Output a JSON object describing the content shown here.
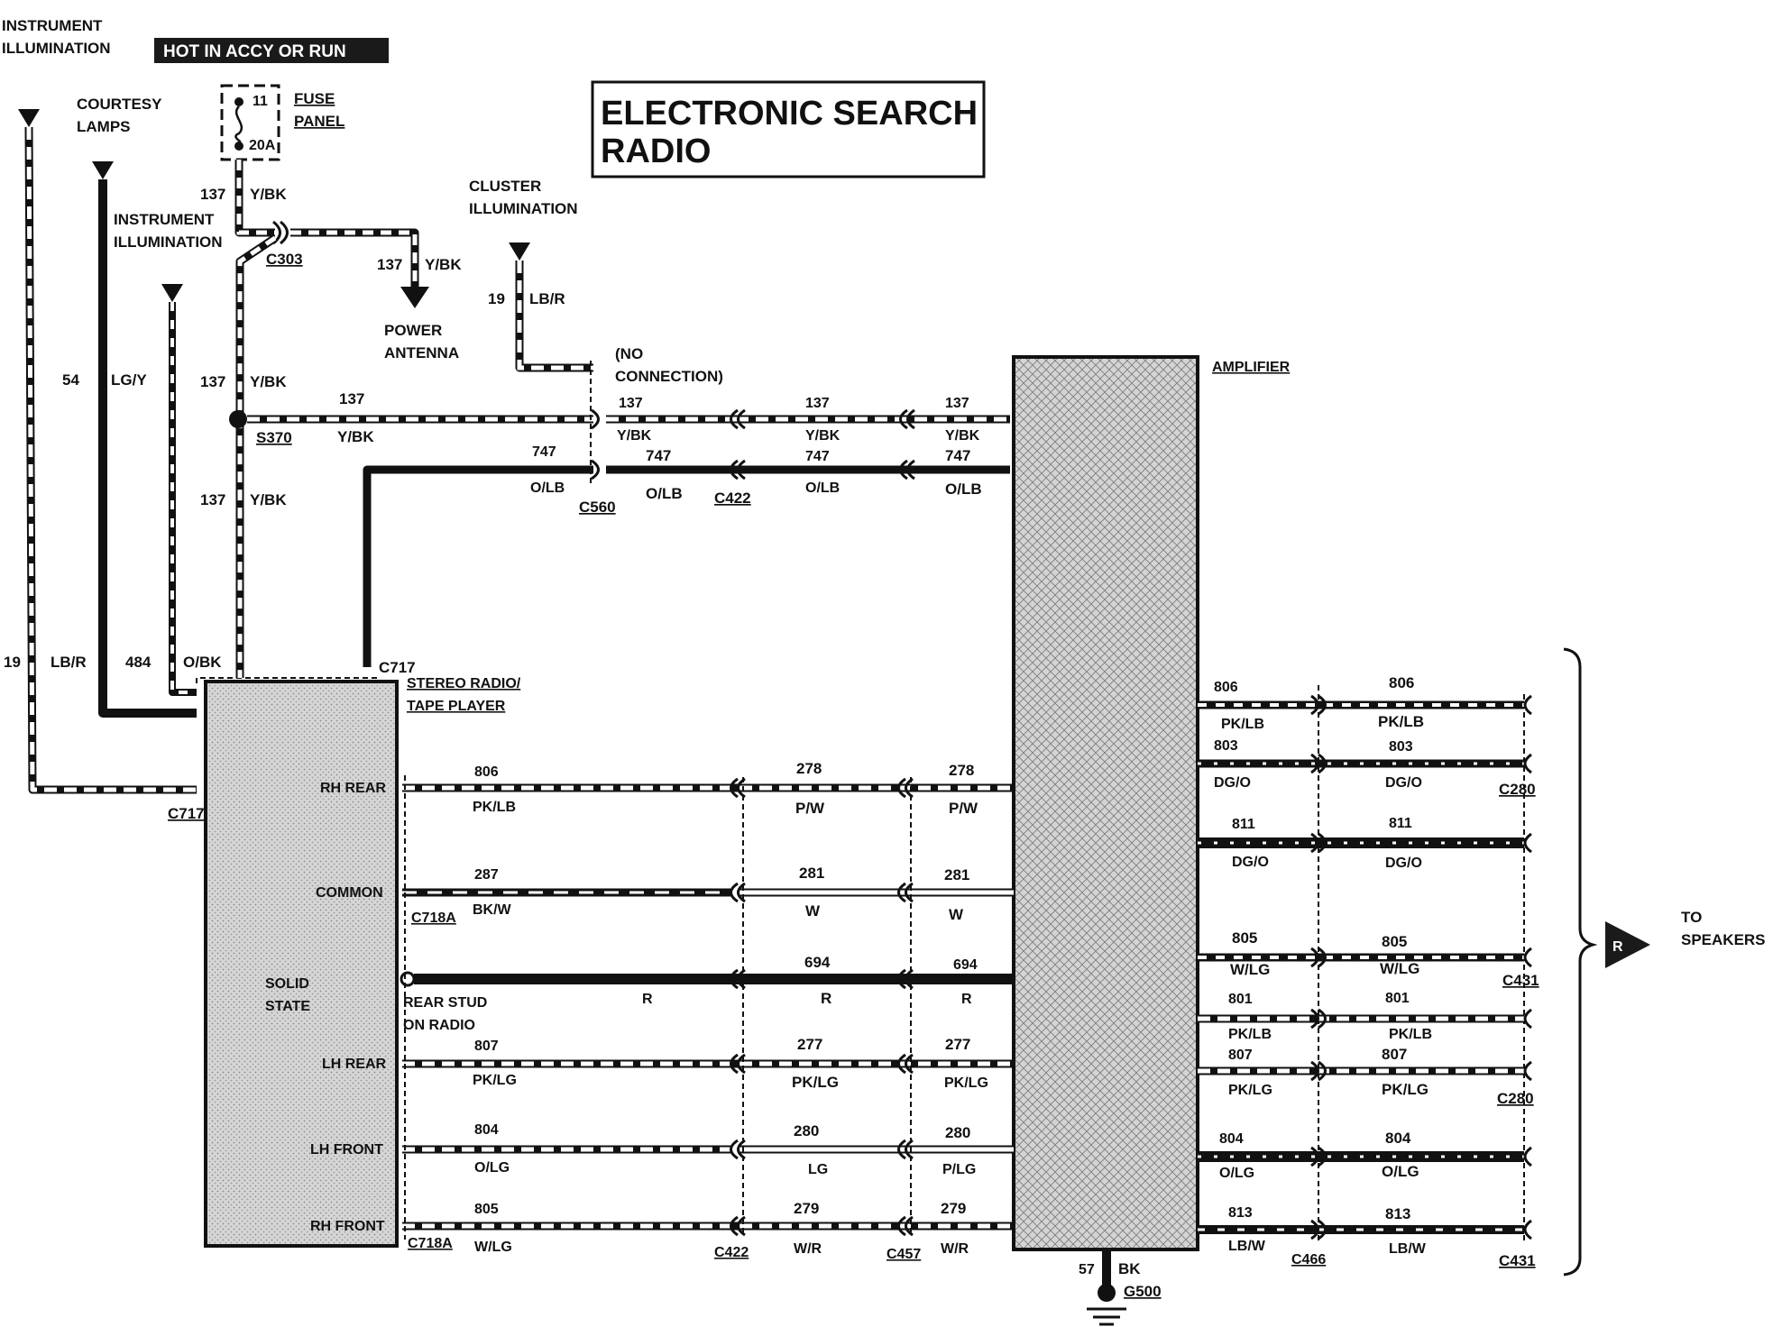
{
  "title": [
    "ELECTRONIC SEARCH",
    "RADIO"
  ],
  "header": {
    "instrument_illumination": [
      "INSTRUMENT",
      "ILLUMINATION"
    ],
    "hot_label": "HOT IN ACCY OR RUN"
  },
  "fuse": {
    "top": "11",
    "bottom": "20A",
    "panel": [
      "FUSE",
      "PANEL"
    ]
  },
  "labels": {
    "courtesy": [
      "COURTESY",
      "LAMPS"
    ],
    "inst_illum": [
      "INSTRUMENT",
      "ILLUMINATION"
    ],
    "power_antenna": [
      "POWER",
      "ANTENNA"
    ],
    "cluster": [
      "CLUSTER",
      "ILLUMINATION"
    ],
    "no_connection": [
      "(NO",
      "CONNECTION)"
    ],
    "amplifier": "AMPLIFIER",
    "stereo": [
      "STEREO RADIO/",
      "TAPE PLAYER"
    ],
    "solid_state": [
      "SOLID",
      "STATE"
    ],
    "rear_stud": [
      "REAR STUD",
      "ON RADIO"
    ],
    "to_speakers": [
      "TO",
      "SPEAKERS"
    ],
    "arrow_letter": "R"
  },
  "radio_pins": [
    "RH REAR",
    "COMMON",
    "LH REAR",
    "LH FRONT",
    "RH FRONT"
  ],
  "connectors": {
    "c303": "C303",
    "s370": "S370",
    "c560": "C560",
    "c422": "C422",
    "c422b": "C422",
    "c717": "C717",
    "c717b": "C717",
    "c718a": "C718A",
    "c718a_b": "C718A",
    "c457": "C457",
    "c466": "C466",
    "c280": "C280",
    "c280b": "C280",
    "c431": "C431",
    "c431b": "C431",
    "g500": "G500"
  },
  "wires": {
    "w137a": "137",
    "w137a_c": "Y/BK",
    "w137b": "137",
    "w137b_c": "Y/BK",
    "w137c": "137",
    "w137c_c": "Y/BK",
    "w137d": "137",
    "w137d_c": "Y/BK",
    "w137e": "137",
    "w137e_c": "Y/BK",
    "w137f": "137",
    "w137f_c": "Y/BK",
    "w137g": "137",
    "w137g_c": "Y/BK",
    "w137h": "137",
    "w137h_c": "Y/BK",
    "w19": "19",
    "w19_c": "LB/R",
    "w19b": "19",
    "w19b_c": "LB/R",
    "w54": "54",
    "w54_c": "LG/Y",
    "w484": "484",
    "w484_c": "O/BK",
    "w747a": "747",
    "w747a_c": "O/LB",
    "w747b": "747",
    "w747b_c": "O/LB",
    "w747c": "747",
    "w747c_c": "O/LB",
    "w747d": "747",
    "w747d_c": "O/LB",
    "w806": "806",
    "w806_c": "PK/LB",
    "w278a": "278",
    "w278a_c": "P/W",
    "w278b": "278",
    "w278b_c": "P/W",
    "w287": "287",
    "w287_c": "BK/W",
    "w281a": "281",
    "w281a_c": "W",
    "w281b": "281",
    "w281b_c": "W",
    "wR": "R",
    "w694a": "694",
    "w694a_c": "R",
    "w694b": "694",
    "w694b_c": "R",
    "w807": "807",
    "w807_c": "PK/LG",
    "w277a": "277",
    "w277a_c": "PK/LG",
    "w277b": "277",
    "w277b_c": "PK/LG",
    "w804": "804",
    "w804_c": "O/LG",
    "w280a": "280",
    "w280a_c": "LG",
    "w280b": "280",
    "w280b_c": "P/LG",
    "w805": "805",
    "w805_c": "W/LG",
    "w279a": "279",
    "w279a_c": "W/R",
    "w279b": "279",
    "w279b_c": "W/R",
    "o806a": "806",
    "o806a_c": "PK/LB",
    "o806b": "806",
    "o806b_c": "PK/LB",
    "o803a": "803",
    "o803a_c": "DG/O",
    "o803b": "803",
    "o803b_c": "DG/O",
    "o811a": "811",
    "o811a_c": "DG/O",
    "o811b": "811",
    "o811b_c": "DG/O",
    "o805a": "805",
    "o805a_c": "W/LG",
    "o805b": "805",
    "o805b_c": "W/LG",
    "o801a": "801",
    "o801a_c": "PK/LB",
    "o801b": "801",
    "o801b_c": "PK/LB",
    "o807a": "807",
    "o807a_c": "PK/LG",
    "o807b": "807",
    "o807b_c": "PK/LG",
    "o804a": "804",
    "o804a_c": "O/LG",
    "o804b": "804",
    "o804b_c": "O/LG",
    "o813a": "813",
    "o813a_c": "LB/W",
    "o813b": "813",
    "o813b_c": "LB/W",
    "w57": "57",
    "w57_c": "BK"
  }
}
